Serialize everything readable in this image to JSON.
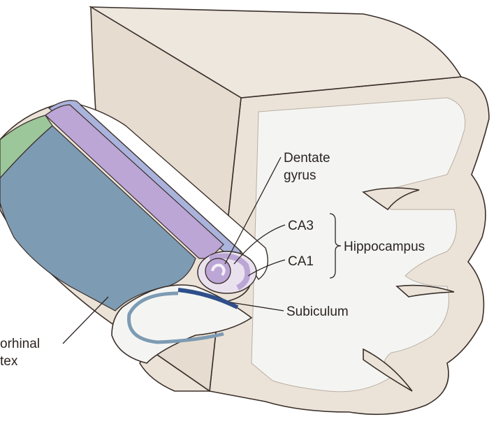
{
  "labels": {
    "dentate_gyrus_line1": "Dentate",
    "dentate_gyrus_line2": "gyrus",
    "ca3": "CA3",
    "ca1": "CA1",
    "hippocampus": "Hippocampus",
    "subiculum": "Subiculum",
    "entorhinal_line1": "orhinal",
    "entorhinal_line2": "tex"
  },
  "colors": {
    "tissue_beige": "#ece3d8",
    "tissue_light": "#f3eee8",
    "white_matter": "#f4f5f3",
    "green_region": "#9cc79a",
    "blue_region": "#7d9bb3",
    "purple_band": "#bba6d6",
    "lavender_band": "#aab3dc",
    "subiculum_blue": "#2f4f8a"
  }
}
